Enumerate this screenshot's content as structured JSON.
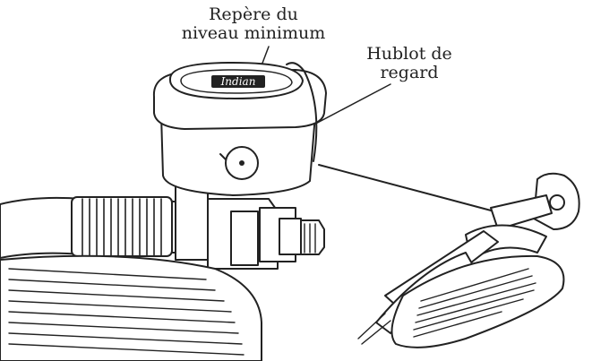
{
  "labels": {
    "min_level_mark": [
      "Repère du",
      "niveau minimum"
    ],
    "sight_glass": [
      "Hublot de",
      "regard"
    ]
  },
  "logo_text": "Indian",
  "colors": {
    "line": "#222222",
    "background": "#ffffff",
    "fill": "#ffffff"
  }
}
